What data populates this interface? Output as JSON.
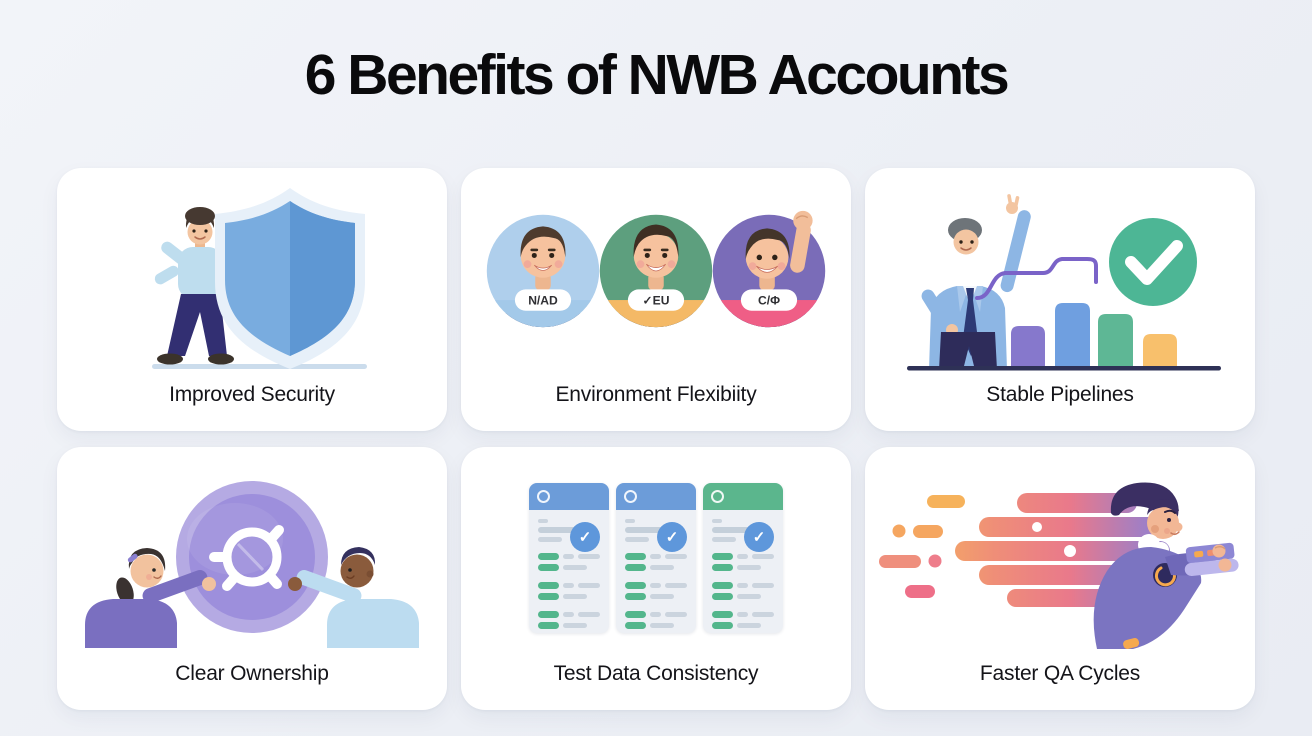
{
  "title": "6 Benefits of NWB Accounts",
  "cards": [
    {
      "label": "Improved Security",
      "illustration": "man standing beside large blue shield"
    },
    {
      "label": "Environment Flexibiity",
      "illustration": "three avatar circles with environment tags",
      "tags": [
        "N/AD",
        "✓EU",
        "C/Φ"
      ]
    },
    {
      "label": "Stable Pipelines",
      "illustration": "man cheering beside rising bar chart with checkmark"
    },
    {
      "label": "Clear Ownership",
      "illustration": "two people holding a purple account badge"
    },
    {
      "label": "Test Data Consistency",
      "illustration": "three matching checklist documents"
    },
    {
      "label": "Faster QA Cycles",
      "illustration": "person dashing right with speed trail"
    }
  ],
  "colors": {
    "background": "#edeff5",
    "card": "#ffffff",
    "title_text": "#0a0a0c",
    "label_text": "#141419",
    "shield_light": "#79acdf",
    "shield_dark": "#5e97d3",
    "avatar1_top": "#afcfec",
    "avatar1_bottom": "#a3c9e9",
    "avatar2_top": "#5d9f7e",
    "avatar2_bottom": "#f4b966",
    "avatar3_top": "#7a6cb8",
    "avatar3_bottom": "#ef5e86",
    "bar_purple": "#8678cc",
    "bar_blue": "#6f9fe0",
    "bar_green": "#5eb795",
    "bar_orange": "#f8c06c",
    "check_green": "#4db695",
    "ownership_circle_outer": "#b5aae3",
    "ownership_circle_inner": "#9d8fdc",
    "mini_header_blue": "#6c9cd9",
    "mini_header_green": "#5bb68d",
    "mini_check_blue": "#5e97db",
    "speed_orange": "#f6b45c",
    "speed_pink": "#ee6f88",
    "speed_purple": "#8780c7"
  }
}
